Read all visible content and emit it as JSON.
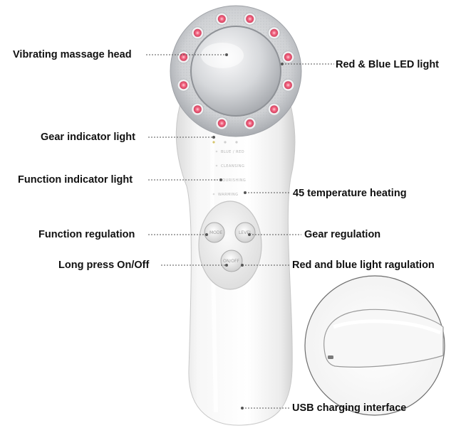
{
  "labels": {
    "vibrating_head": "Vibrating massage head",
    "led_light": "Red & Blue LED light",
    "gear_indicator": "Gear indicator light",
    "function_indicator": "Function indicator light",
    "temperature": "45 temperature heating",
    "function_regulation": "Function regulation",
    "gear_regulation": "Gear regulation",
    "power": "Long press On/Off",
    "light_regulation": "Red and blue light ragulation",
    "usb": "USB charging interface"
  },
  "device": {
    "indicators": [
      "BLUE / RED",
      "CLEANSING",
      "NOURISHING",
      "WARMING"
    ],
    "buttons": {
      "mode": "MODE",
      "level": "LEVEL",
      "power": "ON/OFF"
    }
  },
  "colors": {
    "led_red": "#f0506e",
    "metal": "#d9dadc",
    "body": "#f6f6f6"
  }
}
